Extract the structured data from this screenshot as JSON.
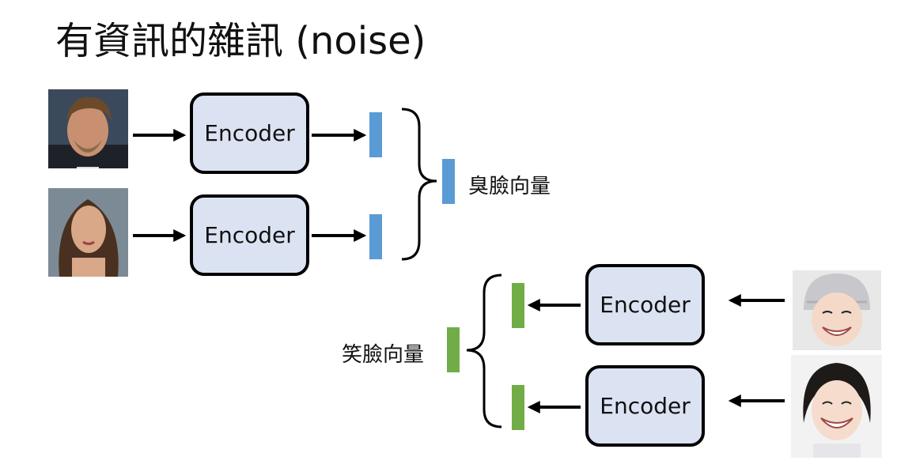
{
  "title": "有資訊的雜訊 (noise)",
  "encoder_label": "Encoder",
  "labels": {
    "stinky_face": "臭臉向量",
    "smile_face": "笑臉向量"
  },
  "colors": {
    "encoder_fill": "#dbe3f3",
    "stinky_vector": "#5b9bd5",
    "smile_vector": "#70ad47",
    "stroke": "#000000"
  },
  "photos": [
    {
      "name": "man-portrait-photo",
      "group": "stinky"
    },
    {
      "name": "woman-portrait-photo",
      "group": "stinky"
    },
    {
      "name": "smiling-girl-beanie-photo",
      "group": "smile"
    },
    {
      "name": "smiling-girl-bob-photo",
      "group": "smile"
    }
  ]
}
